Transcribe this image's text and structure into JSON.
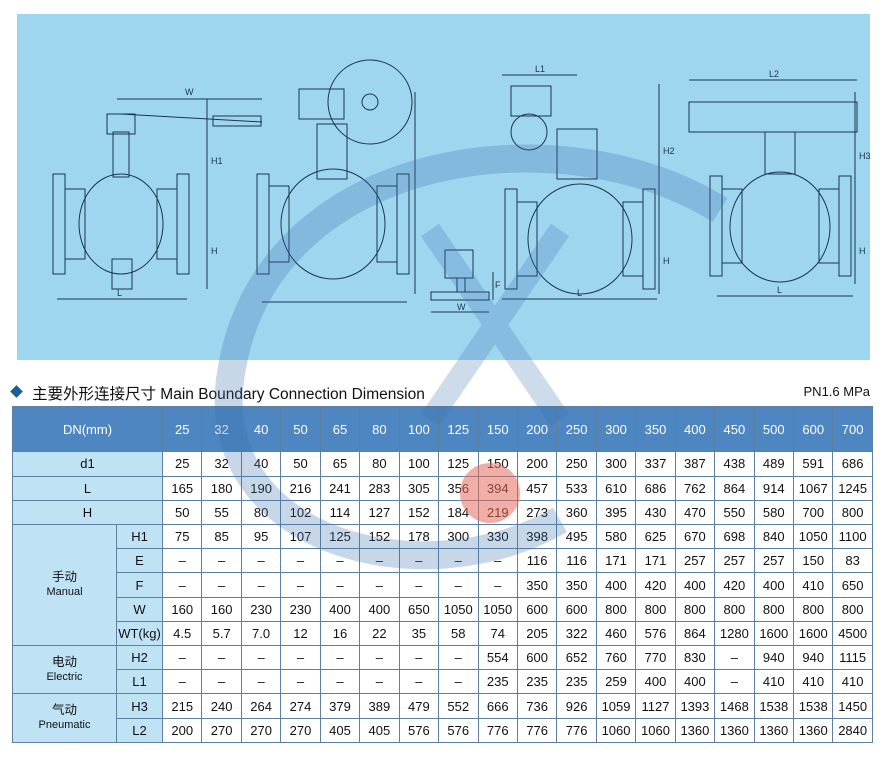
{
  "heading": {
    "title": "主要外形连接尺寸 Main Boundary Connection Dimension",
    "pressure": "PN1.6 MPa"
  },
  "diagram": {
    "labels": [
      "W",
      "H1",
      "H",
      "L",
      "F",
      "W",
      "L1",
      "H2",
      "H",
      "L",
      "L2",
      "H3",
      "H",
      "L"
    ]
  },
  "table": {
    "header_label": "DN(mm)",
    "sizes": [
      "25",
      "32",
      "40",
      "50",
      "65",
      "80",
      "100",
      "125",
      "150",
      "200",
      "250",
      "300",
      "350",
      "400",
      "450",
      "500",
      "600",
      "700"
    ],
    "rows": [
      {
        "group": "",
        "label": "d1",
        "values": [
          "25",
          "32",
          "40",
          "50",
          "65",
          "80",
          "100",
          "125",
          "150",
          "200",
          "250",
          "300",
          "337",
          "387",
          "438",
          "489",
          "591",
          "686"
        ]
      },
      {
        "group": "",
        "label": "L",
        "values": [
          "165",
          "180",
          "190",
          "216",
          "241",
          "283",
          "305",
          "356",
          "394",
          "457",
          "533",
          "610",
          "686",
          "762",
          "864",
          "914",
          "1067",
          "1245"
        ]
      },
      {
        "group": "",
        "label": "H",
        "values": [
          "50",
          "55",
          "80",
          "102",
          "114",
          "127",
          "152",
          "184",
          "219",
          "273",
          "360",
          "395",
          "430",
          "470",
          "550",
          "580",
          "700",
          "800"
        ]
      },
      {
        "group": "manual",
        "label": "H1",
        "values": [
          "75",
          "85",
          "95",
          "107",
          "125",
          "152",
          "178",
          "300",
          "330",
          "398",
          "495",
          "580",
          "625",
          "670",
          "698",
          "840",
          "1050",
          "1100"
        ]
      },
      {
        "group": "manual",
        "label": "E",
        "values": [
          "–",
          "–",
          "–",
          "–",
          "–",
          "–",
          "–",
          "–",
          "–",
          "116",
          "116",
          "171",
          "171",
          "257",
          "257",
          "257",
          "150",
          "83"
        ]
      },
      {
        "group": "manual",
        "label": "F",
        "values": [
          "–",
          "–",
          "–",
          "–",
          "–",
          "–",
          "–",
          "–",
          "–",
          "350",
          "350",
          "400",
          "420",
          "400",
          "420",
          "400",
          "410",
          "650"
        ]
      },
      {
        "group": "manual",
        "label": "W",
        "values": [
          "160",
          "160",
          "230",
          "230",
          "400",
          "400",
          "650",
          "1050",
          "1050",
          "600",
          "600",
          "800",
          "800",
          "800",
          "800",
          "800",
          "800",
          "800"
        ]
      },
      {
        "group": "manual",
        "label": "WT(kg)",
        "values": [
          "4.5",
          "5.7",
          "7.0",
          "12",
          "16",
          "22",
          "35",
          "58",
          "74",
          "205",
          "322",
          "460",
          "576",
          "864",
          "1280",
          "1600",
          "1600",
          "4500"
        ]
      },
      {
        "group": "electric",
        "label": "H2",
        "values": [
          "–",
          "–",
          "–",
          "–",
          "–",
          "–",
          "–",
          "–",
          "554",
          "600",
          "652",
          "760",
          "770",
          "830",
          "–",
          "940",
          "940",
          "1115"
        ]
      },
      {
        "group": "electric",
        "label": "L1",
        "values": [
          "–",
          "–",
          "–",
          "–",
          "–",
          "–",
          "–",
          "–",
          "235",
          "235",
          "235",
          "259",
          "400",
          "400",
          "–",
          "410",
          "410",
          "410"
        ]
      },
      {
        "group": "pneumatic",
        "label": "H3",
        "values": [
          "215",
          "240",
          "264",
          "274",
          "379",
          "389",
          "479",
          "552",
          "666",
          "736",
          "926",
          "1059",
          "1127",
          "1393",
          "1468",
          "1538",
          "1538",
          "1450"
        ]
      },
      {
        "group": "pneumatic",
        "label": "L2",
        "values": [
          "200",
          "270",
          "270",
          "270",
          "405",
          "405",
          "576",
          "576",
          "776",
          "776",
          "776",
          "1060",
          "1060",
          "1360",
          "1360",
          "1360",
          "1360",
          "2840"
        ]
      }
    ],
    "groups": {
      "manual": {
        "cn": "手动",
        "en": "Manual"
      },
      "electric": {
        "cn": "电动",
        "en": "Electric"
      },
      "pneumatic": {
        "cn": "气动",
        "en": "Pneumatic"
      }
    }
  },
  "colors": {
    "header_bg": "#4d86c0",
    "label_bg": "#bfe2f5",
    "diagram_bg": "#9fd6ef",
    "border": "#5e7f9e"
  }
}
